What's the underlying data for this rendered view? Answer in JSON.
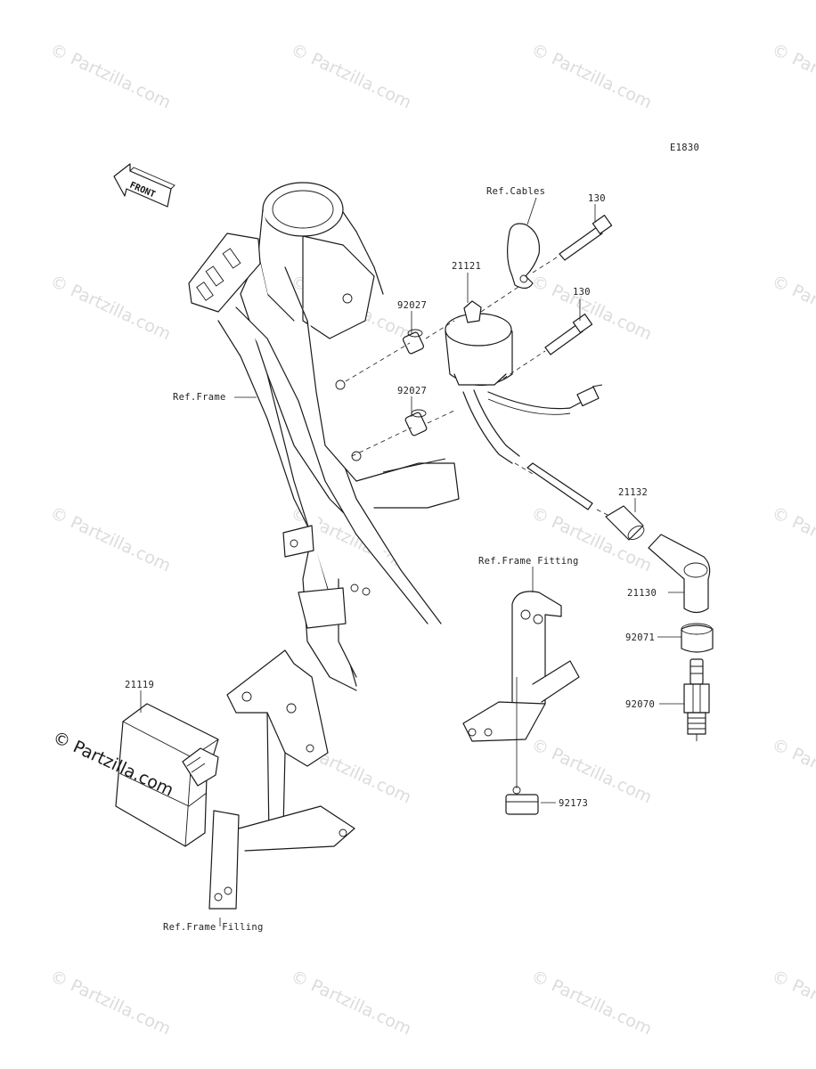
{
  "diagram_code": "E1830",
  "front_label": "FRONT",
  "watermark": "© Partzilla.com",
  "labels": {
    "ref_cables": "Ref.Cables",
    "ref_frame": "Ref.Frame",
    "ref_frame_fitting_upper": "Ref.Frame Fitting",
    "ref_frame_fitting_lower": "Ref.Frame Filling",
    "p130_top": "130",
    "p130_mid": "130",
    "p21121": "21121",
    "p92027_top": "92027",
    "p92027_bot": "92027",
    "p21132": "21132",
    "p21130": "21130",
    "p92071": "92071",
    "p92070": "92070",
    "p21119": "21119",
    "p92173": "92173"
  }
}
